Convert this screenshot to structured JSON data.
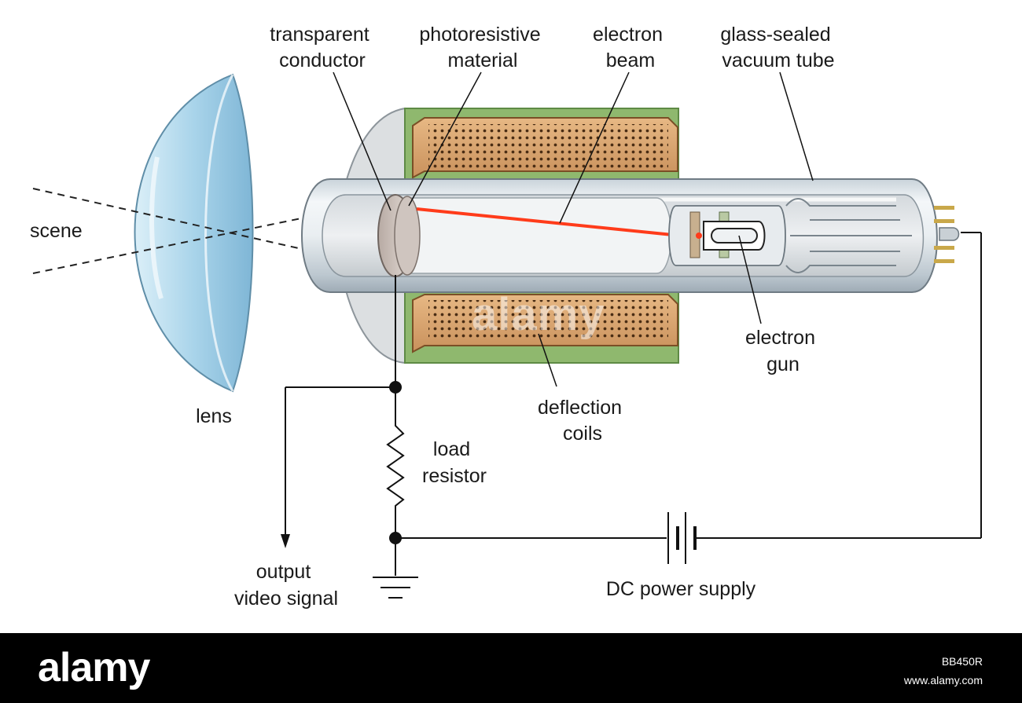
{
  "labels": {
    "transparent_conductor": [
      "transparent",
      "conductor"
    ],
    "photoresistive_material": [
      "photoresistive",
      "material"
    ],
    "electron_beam": [
      "electron",
      "beam"
    ],
    "vacuum_tube": [
      "glass-sealed",
      "vacuum tube"
    ],
    "scene": "scene",
    "lens": "lens",
    "electron_gun": [
      "electron",
      "gun"
    ],
    "deflection_coils": [
      "deflection",
      "coils"
    ],
    "load_resistor": [
      "load",
      "resistor"
    ],
    "output_video_signal": [
      "output",
      "video signal"
    ],
    "dc_power_supply": "DC power supply"
  },
  "watermark": {
    "logo": "alamy",
    "image_id": "BB450R",
    "url": "www.alamy.com"
  },
  "colors": {
    "beam": "#ff3b1a",
    "coil": "#d7a06a",
    "coil_frame": "#8fb86e",
    "glass": "#e6edf2",
    "lens": "#b7dcee",
    "wire": "#111111"
  }
}
